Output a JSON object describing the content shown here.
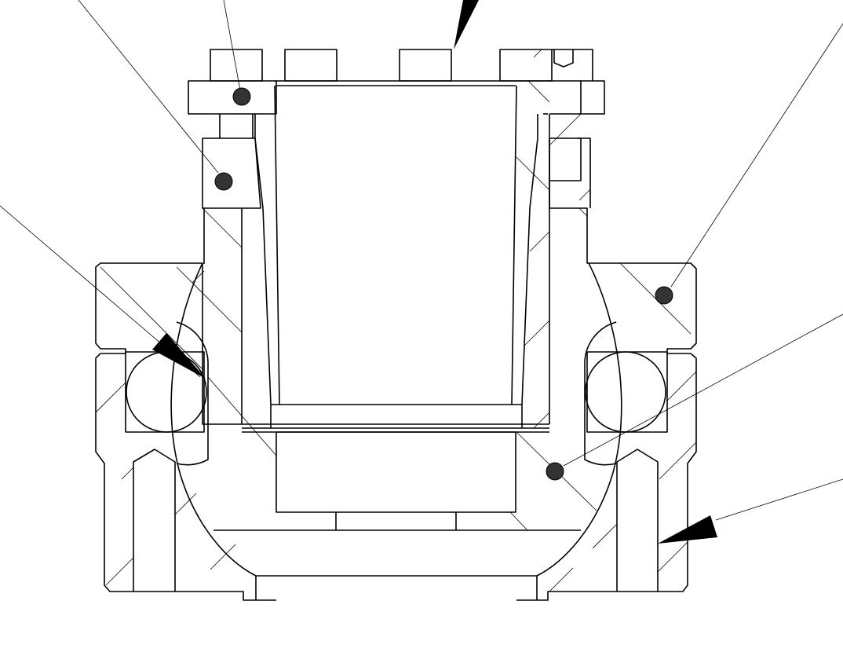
{
  "drawing": {
    "type": "mechanical cross-section",
    "line_color": "#000000",
    "background_color": "#ffffff",
    "callout_dot_color": "#333333",
    "callouts": [
      {
        "name": "callout-1",
        "marker": "dot"
      },
      {
        "name": "callout-2",
        "marker": "dot"
      },
      {
        "name": "callout-3",
        "marker": "arrow"
      },
      {
        "name": "callout-4",
        "marker": "arrow"
      },
      {
        "name": "callout-5",
        "marker": "dot"
      },
      {
        "name": "callout-6",
        "marker": "dot"
      },
      {
        "name": "callout-7",
        "marker": "arrow"
      }
    ]
  }
}
